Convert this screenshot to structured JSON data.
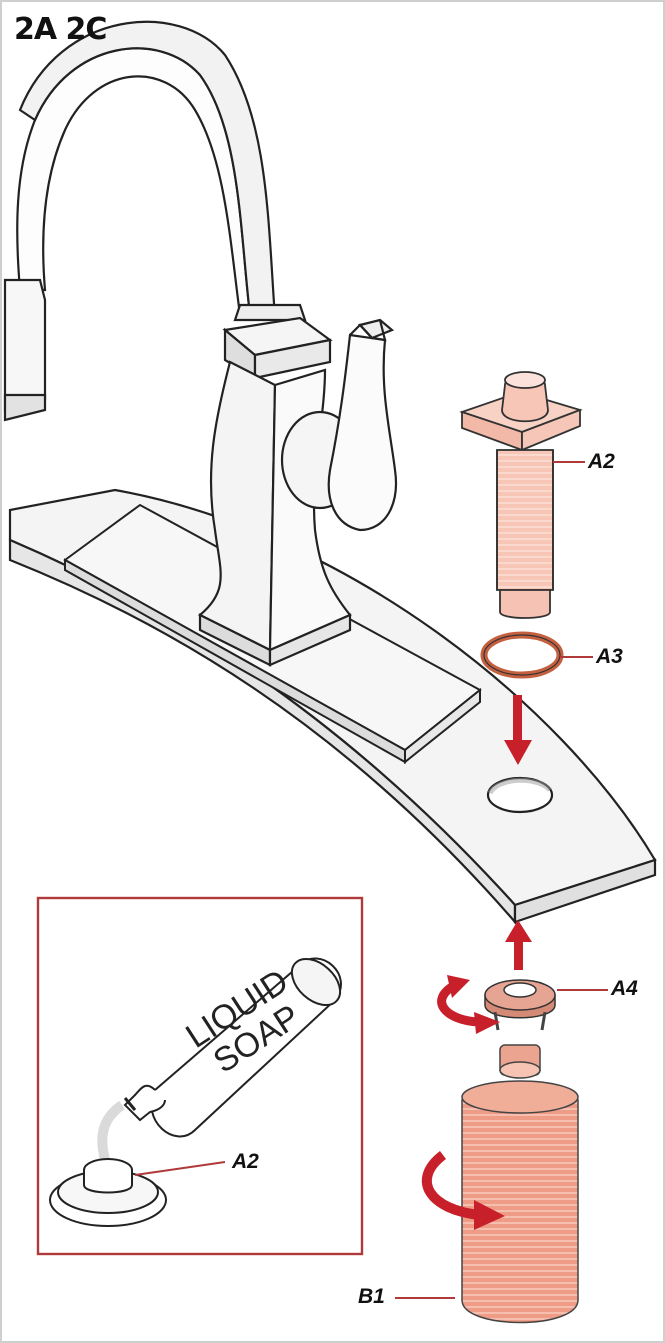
{
  "step_label": "2A 2C",
  "callouts": {
    "a2": "A2",
    "a3": "A3",
    "a4": "A4",
    "b1": "B1",
    "a2_inset": "A2"
  },
  "bottle_text": {
    "line1": "LIQUID",
    "line2": "SOAP"
  },
  "colors": {
    "part_fill": "#f2b8a8",
    "bottle_fill": "#e8957e",
    "arrow": "#c8202a",
    "inset_border": "#b03a3a",
    "line": "#222222"
  }
}
